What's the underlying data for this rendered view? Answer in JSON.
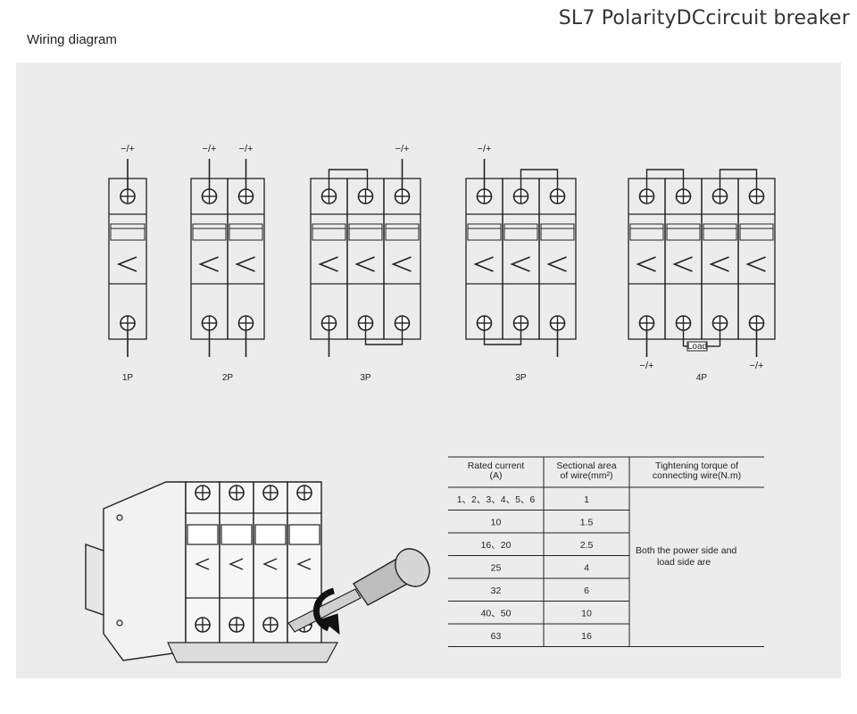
{
  "header": {
    "title": "SL7 PolarityDCcircuit breaker",
    "section_label": "Wiring diagram"
  },
  "breakers": [
    {
      "label": "1P",
      "top_sign": "−/+",
      "bottom_sign": ""
    },
    {
      "label": "2P",
      "top_sign": "−/+",
      "bottom_sign": ""
    },
    {
      "label": "3P",
      "top_sign": "−/+",
      "bottom_sign": ""
    },
    {
      "label": "3P",
      "top_sign": "−/+",
      "bottom_sign": ""
    },
    {
      "label": "4P",
      "top_sign": "",
      "bottom_sign": "−/+",
      "load_label": "Load"
    }
  ],
  "table": {
    "headers": [
      "Rated current\n(A)",
      "Sectional area\nof wire(mm²)",
      "Tightening torque of\nconnecting wire(N.m)"
    ],
    "rows": [
      {
        "current": "1、2、3、4、5、6",
        "area": "1"
      },
      {
        "current": "10",
        "area": "1.5"
      },
      {
        "current": "16、20",
        "area": "2.5"
      },
      {
        "current": "25",
        "area": "4"
      },
      {
        "current": "32",
        "area": "6"
      },
      {
        "current": "40、50",
        "area": "10"
      },
      {
        "current": "63",
        "area": "16"
      }
    ],
    "torque_note": "Both the power side and\nload side are"
  }
}
